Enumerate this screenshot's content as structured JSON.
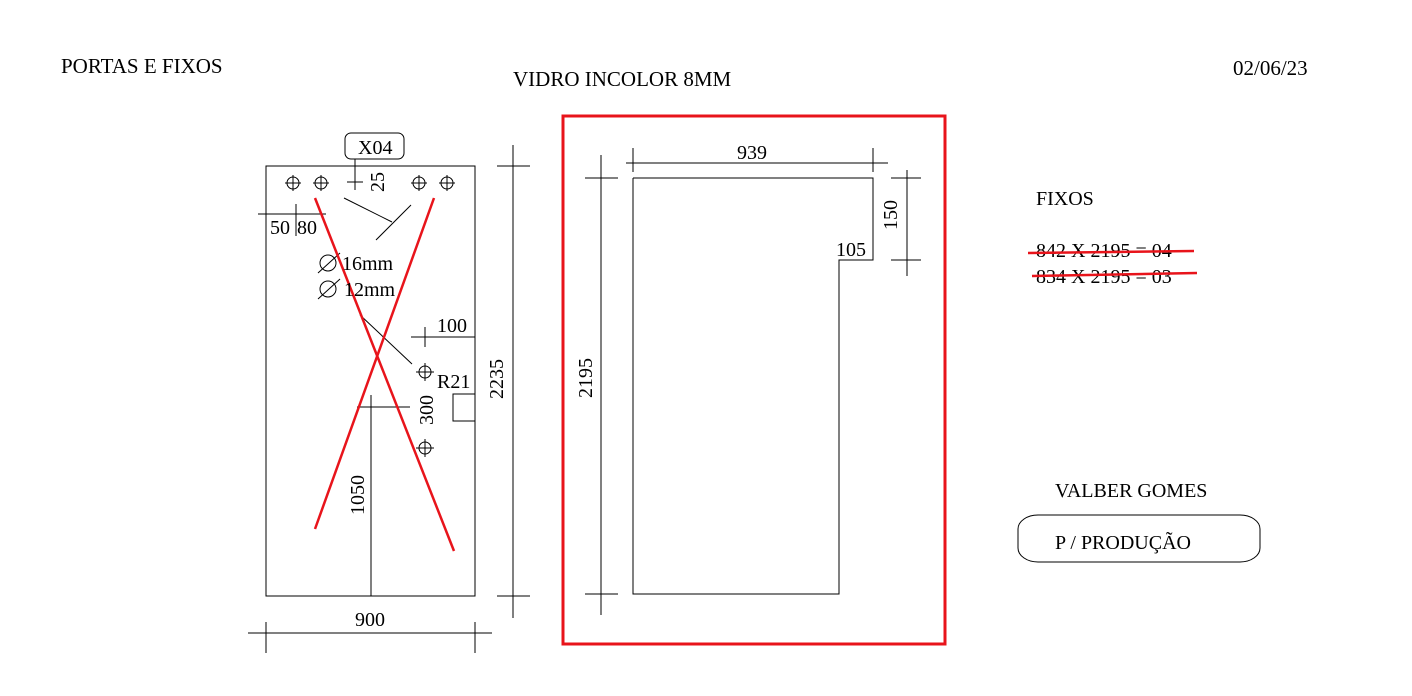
{
  "header": {
    "left_title": "PORTAS E FIXOS",
    "center_title": "VIDRO INCOLOR 8MM",
    "date": "02/06/23"
  },
  "door": {
    "tag": "X04",
    "dim_top_offset": "25",
    "dim_hole_x1": "50",
    "dim_hole_x2": "80",
    "hole_d1": "16mm",
    "hole_d2": "12mm",
    "dim_hinge_offset": "100",
    "radius": "R21",
    "dim_notch": "300",
    "dim_height_total": "2235",
    "dim_handle_height": "1050",
    "dim_width": "900",
    "cross_color": "#e8141b"
  },
  "fixed_panel": {
    "dim_width": "939",
    "dim_notch_height": "150",
    "dim_notch_width": "105",
    "dim_height": "2195",
    "frame_color": "#e8141b"
  },
  "fixed_list": {
    "heading": "FIXOS",
    "items": [
      "842 X 2195 = 04",
      "834 X 2195 = 03"
    ],
    "strike_color": "#e8141b"
  },
  "footer": {
    "name": "VALBER GOMES",
    "stamp": "P / PRODUÇÃO"
  }
}
